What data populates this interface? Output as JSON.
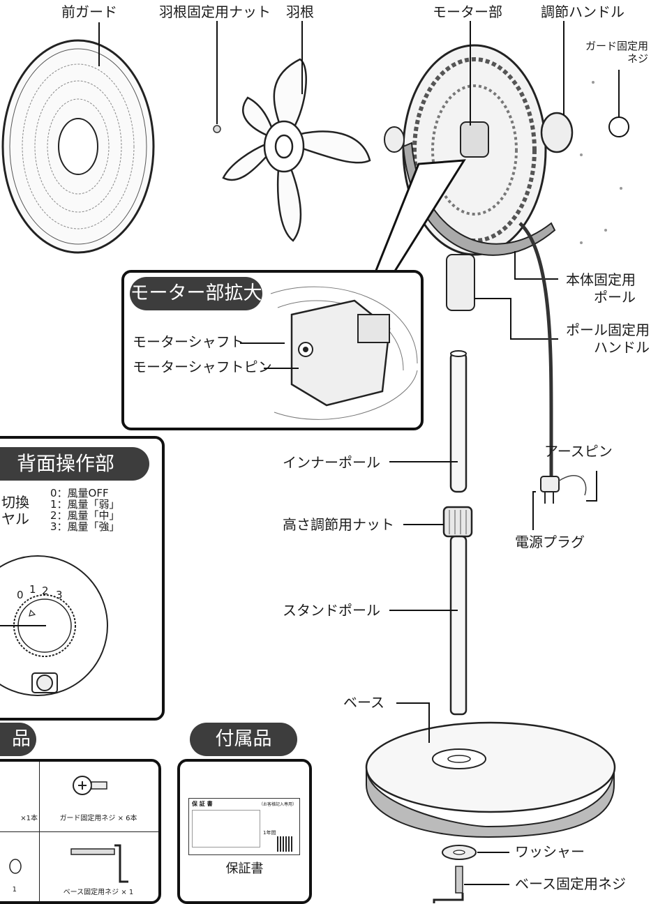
{
  "labels": {
    "front_guard": "前ガード",
    "blade_nut": "羽根固定用ナット",
    "blade": "羽根",
    "motor_part": "モーター部",
    "adjust_handle": "調節ハンドル",
    "guard_screw_1": "ガード固定用",
    "guard_screw_2": "ネジ",
    "body_pole_1": "本体固定用",
    "body_pole_2": "ポール",
    "pole_handle_1": "ポール固定用",
    "pole_handle_2": "ハンドル",
    "inner_pole": "インナーポール",
    "height_nut": "高さ調節用ナット",
    "stand_pole": "スタンドポール",
    "base": "ベース",
    "earth_pin": "アースピン",
    "power_plug": "電源プラグ",
    "washer": "ワッシャー",
    "base_screw": "ベース固定用ネジ"
  },
  "motor_zoom": {
    "title": "モーター部拡大",
    "shaft": "モーターシャフト",
    "shaft_pin": "モーターシャフトピン"
  },
  "back_panel": {
    "title": "背面操作部",
    "switch_1": "切換",
    "switch_2": "ヤル",
    "speeds": [
      "0：風量OFF",
      "1：風量「弱」",
      "2：風量「中」",
      "3：風量「強」"
    ],
    "dial_marks": [
      "0",
      "1",
      "2",
      "3"
    ]
  },
  "parts_box": {
    "title_fragment": "品",
    "items": [
      "×1本",
      "ガード固定用ネジ × 6本",
      "1",
      "ベース固定用ネジ × 1"
    ]
  },
  "accessories": {
    "title": "付属品",
    "item": "保証書",
    "card_title": "保 証 書",
    "card_note": "（お客様記入専用）",
    "card_term": "1年間"
  }
}
